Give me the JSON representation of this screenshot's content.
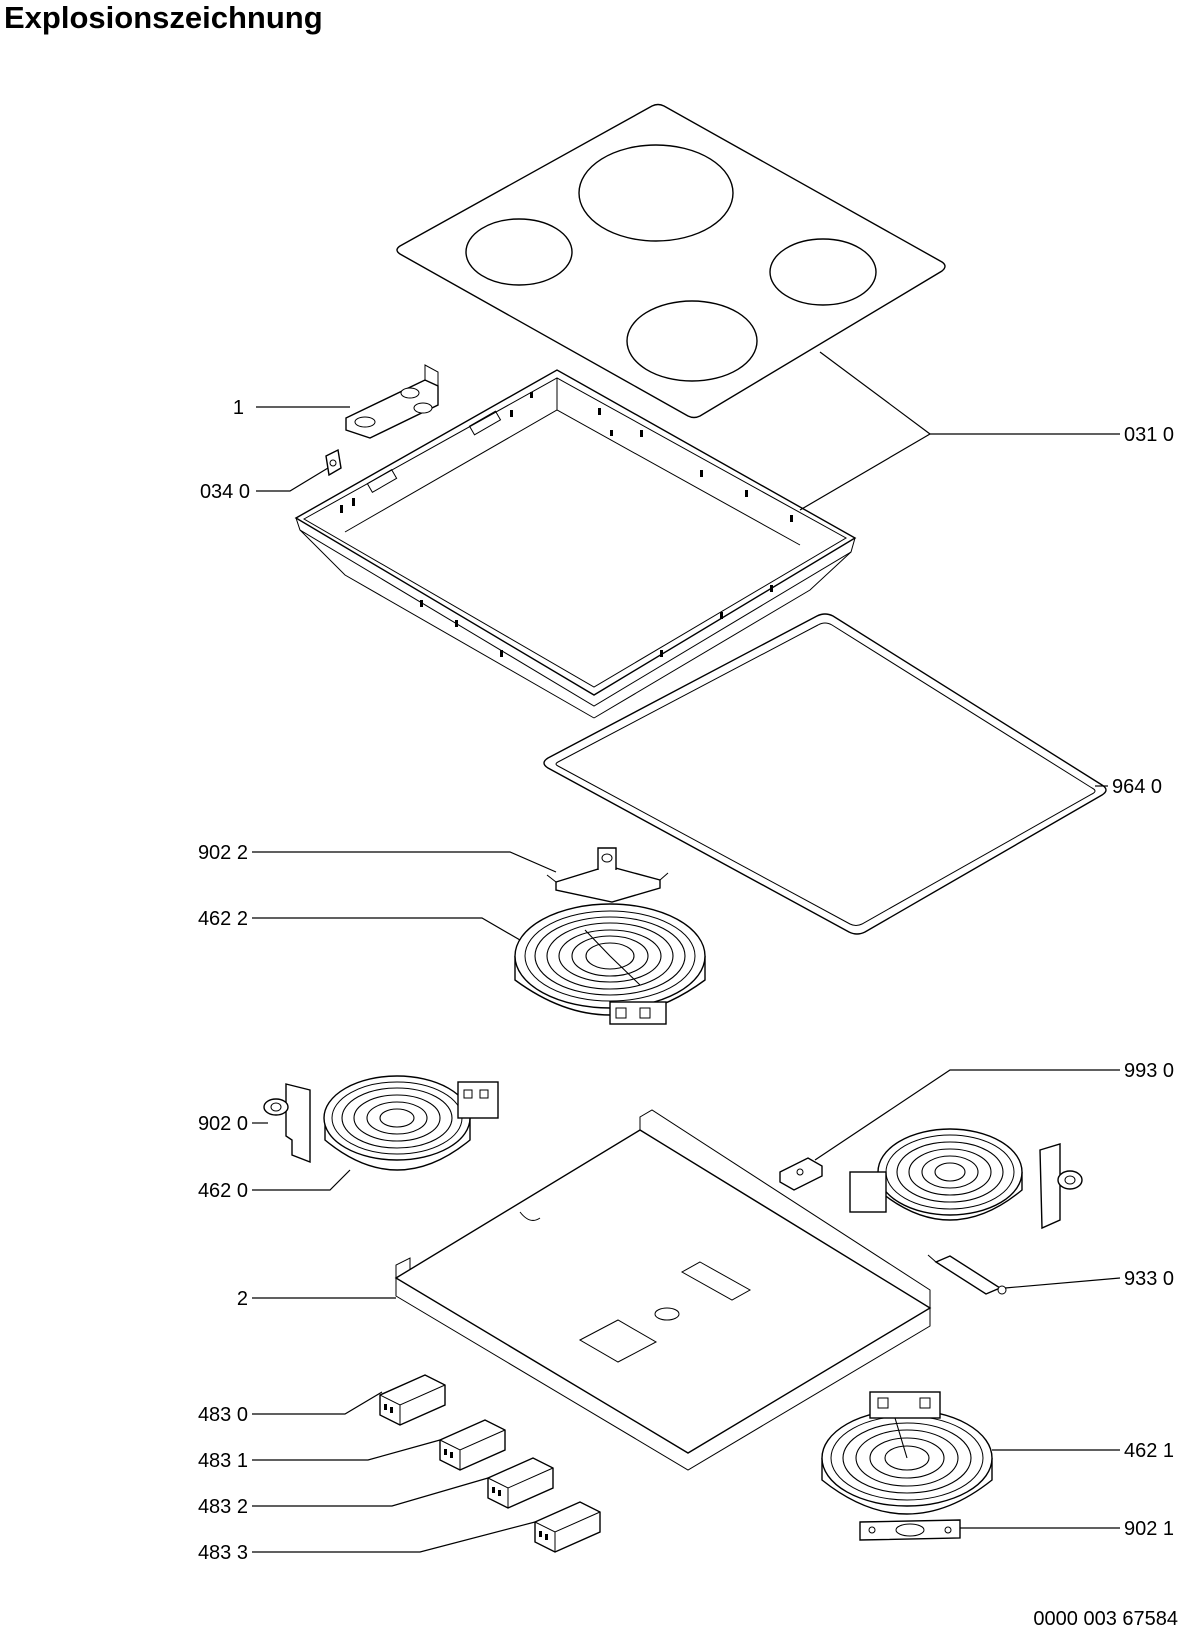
{
  "page": {
    "title": "Explosionszeichnung",
    "drawing_number": "0000 003 67584"
  },
  "parts": [
    {
      "label": "1",
      "name": "mounting-clip"
    },
    {
      "label": "034 0",
      "name": "corner-bracket"
    },
    {
      "label": "031 0",
      "name": "ceramic-glass-hob"
    },
    {
      "label": "964 0",
      "name": "seal-gasket"
    },
    {
      "label": "902 2",
      "name": "bracket"
    },
    {
      "label": "462 2",
      "name": "radiant-heater-large"
    },
    {
      "label": "902 0",
      "name": "bracket"
    },
    {
      "label": "462 0",
      "name": "radiant-heater"
    },
    {
      "label": "993 0",
      "name": "bracket-clip"
    },
    {
      "label": "933 0",
      "name": "sensor"
    },
    {
      "label": "2",
      "name": "base-tray"
    },
    {
      "label": "483 0",
      "name": "terminal-block"
    },
    {
      "label": "483 1",
      "name": "terminal-block"
    },
    {
      "label": "483 2",
      "name": "terminal-block"
    },
    {
      "label": "483 3",
      "name": "terminal-block"
    },
    {
      "label": "462 1",
      "name": "radiant-heater"
    },
    {
      "label": "902 1",
      "name": "bracket"
    }
  ]
}
